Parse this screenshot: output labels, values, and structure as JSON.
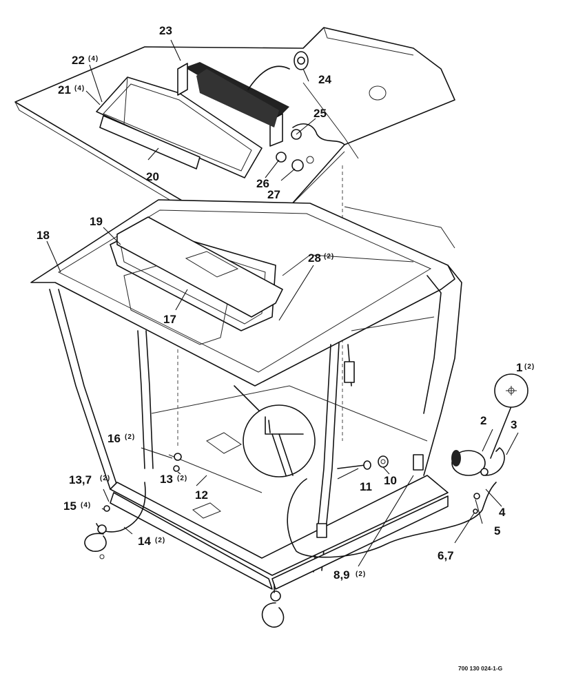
{
  "callouts": [
    {
      "id": "c23",
      "label": "23",
      "qty": ""
    },
    {
      "id": "c22",
      "label": "22",
      "qty": "(4)"
    },
    {
      "id": "c21",
      "label": "21",
      "qty": "(4)"
    },
    {
      "id": "c24",
      "label": "24",
      "qty": ""
    },
    {
      "id": "c25",
      "label": "25",
      "qty": ""
    },
    {
      "id": "c20",
      "label": "20",
      "qty": ""
    },
    {
      "id": "c26",
      "label": "26",
      "qty": ""
    },
    {
      "id": "c27",
      "label": "27",
      "qty": ""
    },
    {
      "id": "c19",
      "label": "19",
      "qty": ""
    },
    {
      "id": "c18",
      "label": "18",
      "qty": ""
    },
    {
      "id": "c28",
      "label": "28",
      "qty": "(2)"
    },
    {
      "id": "c17",
      "label": "17",
      "qty": ""
    },
    {
      "id": "c1",
      "label": "1",
      "qty": "(2)"
    },
    {
      "id": "c2",
      "label": "2",
      "qty": ""
    },
    {
      "id": "c3",
      "label": "3",
      "qty": ""
    },
    {
      "id": "c16",
      "label": "16",
      "qty": "(2)"
    },
    {
      "id": "c13",
      "label": "13",
      "qty": "(2)"
    },
    {
      "id": "c12",
      "label": "12",
      "qty": ""
    },
    {
      "id": "c1373",
      "label": "13,7",
      "qty": "(2)"
    },
    {
      "id": "c11",
      "label": "11",
      "qty": ""
    },
    {
      "id": "c10",
      "label": "10",
      "qty": ""
    },
    {
      "id": "c4",
      "label": "4",
      "qty": ""
    },
    {
      "id": "c15",
      "label": "15",
      "qty": "(4)"
    },
    {
      "id": "c5",
      "label": "5",
      "qty": ""
    },
    {
      "id": "c14",
      "label": "14",
      "qty": "(2)"
    },
    {
      "id": "c67",
      "label": "6,7",
      "qty": ""
    },
    {
      "id": "c89",
      "label": "8,9",
      "qty": "(2)"
    }
  ],
  "drawing_id": "700 130 024-1-G"
}
